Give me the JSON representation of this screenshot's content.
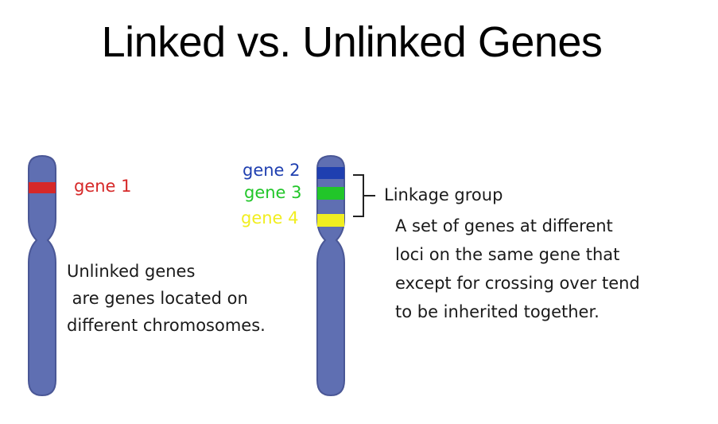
{
  "title": "Linked vs. Unlinked Genes",
  "colors": {
    "chromosome": "#5f6fb2",
    "chromosome_outline": "#4a5796",
    "gene1": "#d62828",
    "gene2": "#1f3fb0",
    "gene3": "#21c629",
    "gene4": "#f1ee20",
    "text": "#1a1a1a"
  },
  "genes": {
    "gene1": "gene 1",
    "gene2": "gene 2",
    "gene3": "gene 3",
    "gene4": "gene 4"
  },
  "unlinked": {
    "lines": [
      "Unlinked genes",
      " are genes located on",
      "different chromosomes."
    ]
  },
  "linkage": {
    "title": "Linkage group",
    "lines": [
      "A set of genes at different",
      "loci on the same gene that",
      "except for crossing over tend",
      "to be inherited together."
    ]
  }
}
